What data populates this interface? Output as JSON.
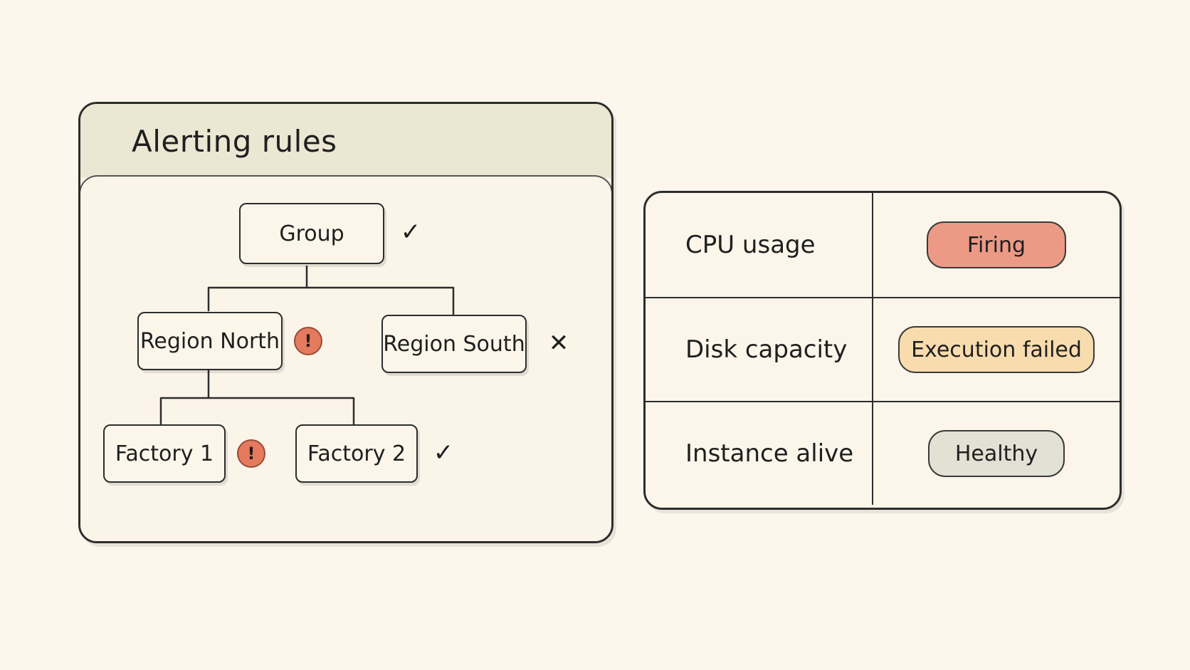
{
  "alerting_rules": {
    "title": "Alerting rules",
    "nodes": {
      "group": {
        "label": "Group",
        "status": "✓"
      },
      "region_north": {
        "label": "Region North",
        "status": "!"
      },
      "region_south": {
        "label": "Region South",
        "status": "✕"
      },
      "factory_1": {
        "label": "Factory 1",
        "status": "!"
      },
      "factory_2": {
        "label": "Factory 2",
        "status": "✓"
      }
    },
    "icons": {
      "ok": "check-icon",
      "alert": "alert-icon",
      "error": "cross-icon"
    }
  },
  "states": {
    "rows": [
      {
        "name": "CPU usage",
        "state": "Firing",
        "color": "#ec9a86"
      },
      {
        "name": "Disk capacity",
        "state": "Execution failed",
        "color": "#f8dcae"
      },
      {
        "name": "Instance alive",
        "state": "Healthy",
        "color": "#e2e1d4"
      }
    ]
  },
  "colors": {
    "background": "#fcf6ec",
    "header": "#ece7d3",
    "alert": "#e47a5e",
    "firing": "#ec9a86",
    "execution_failed": "#f8dcae",
    "healthy": "#e2e1d4"
  }
}
